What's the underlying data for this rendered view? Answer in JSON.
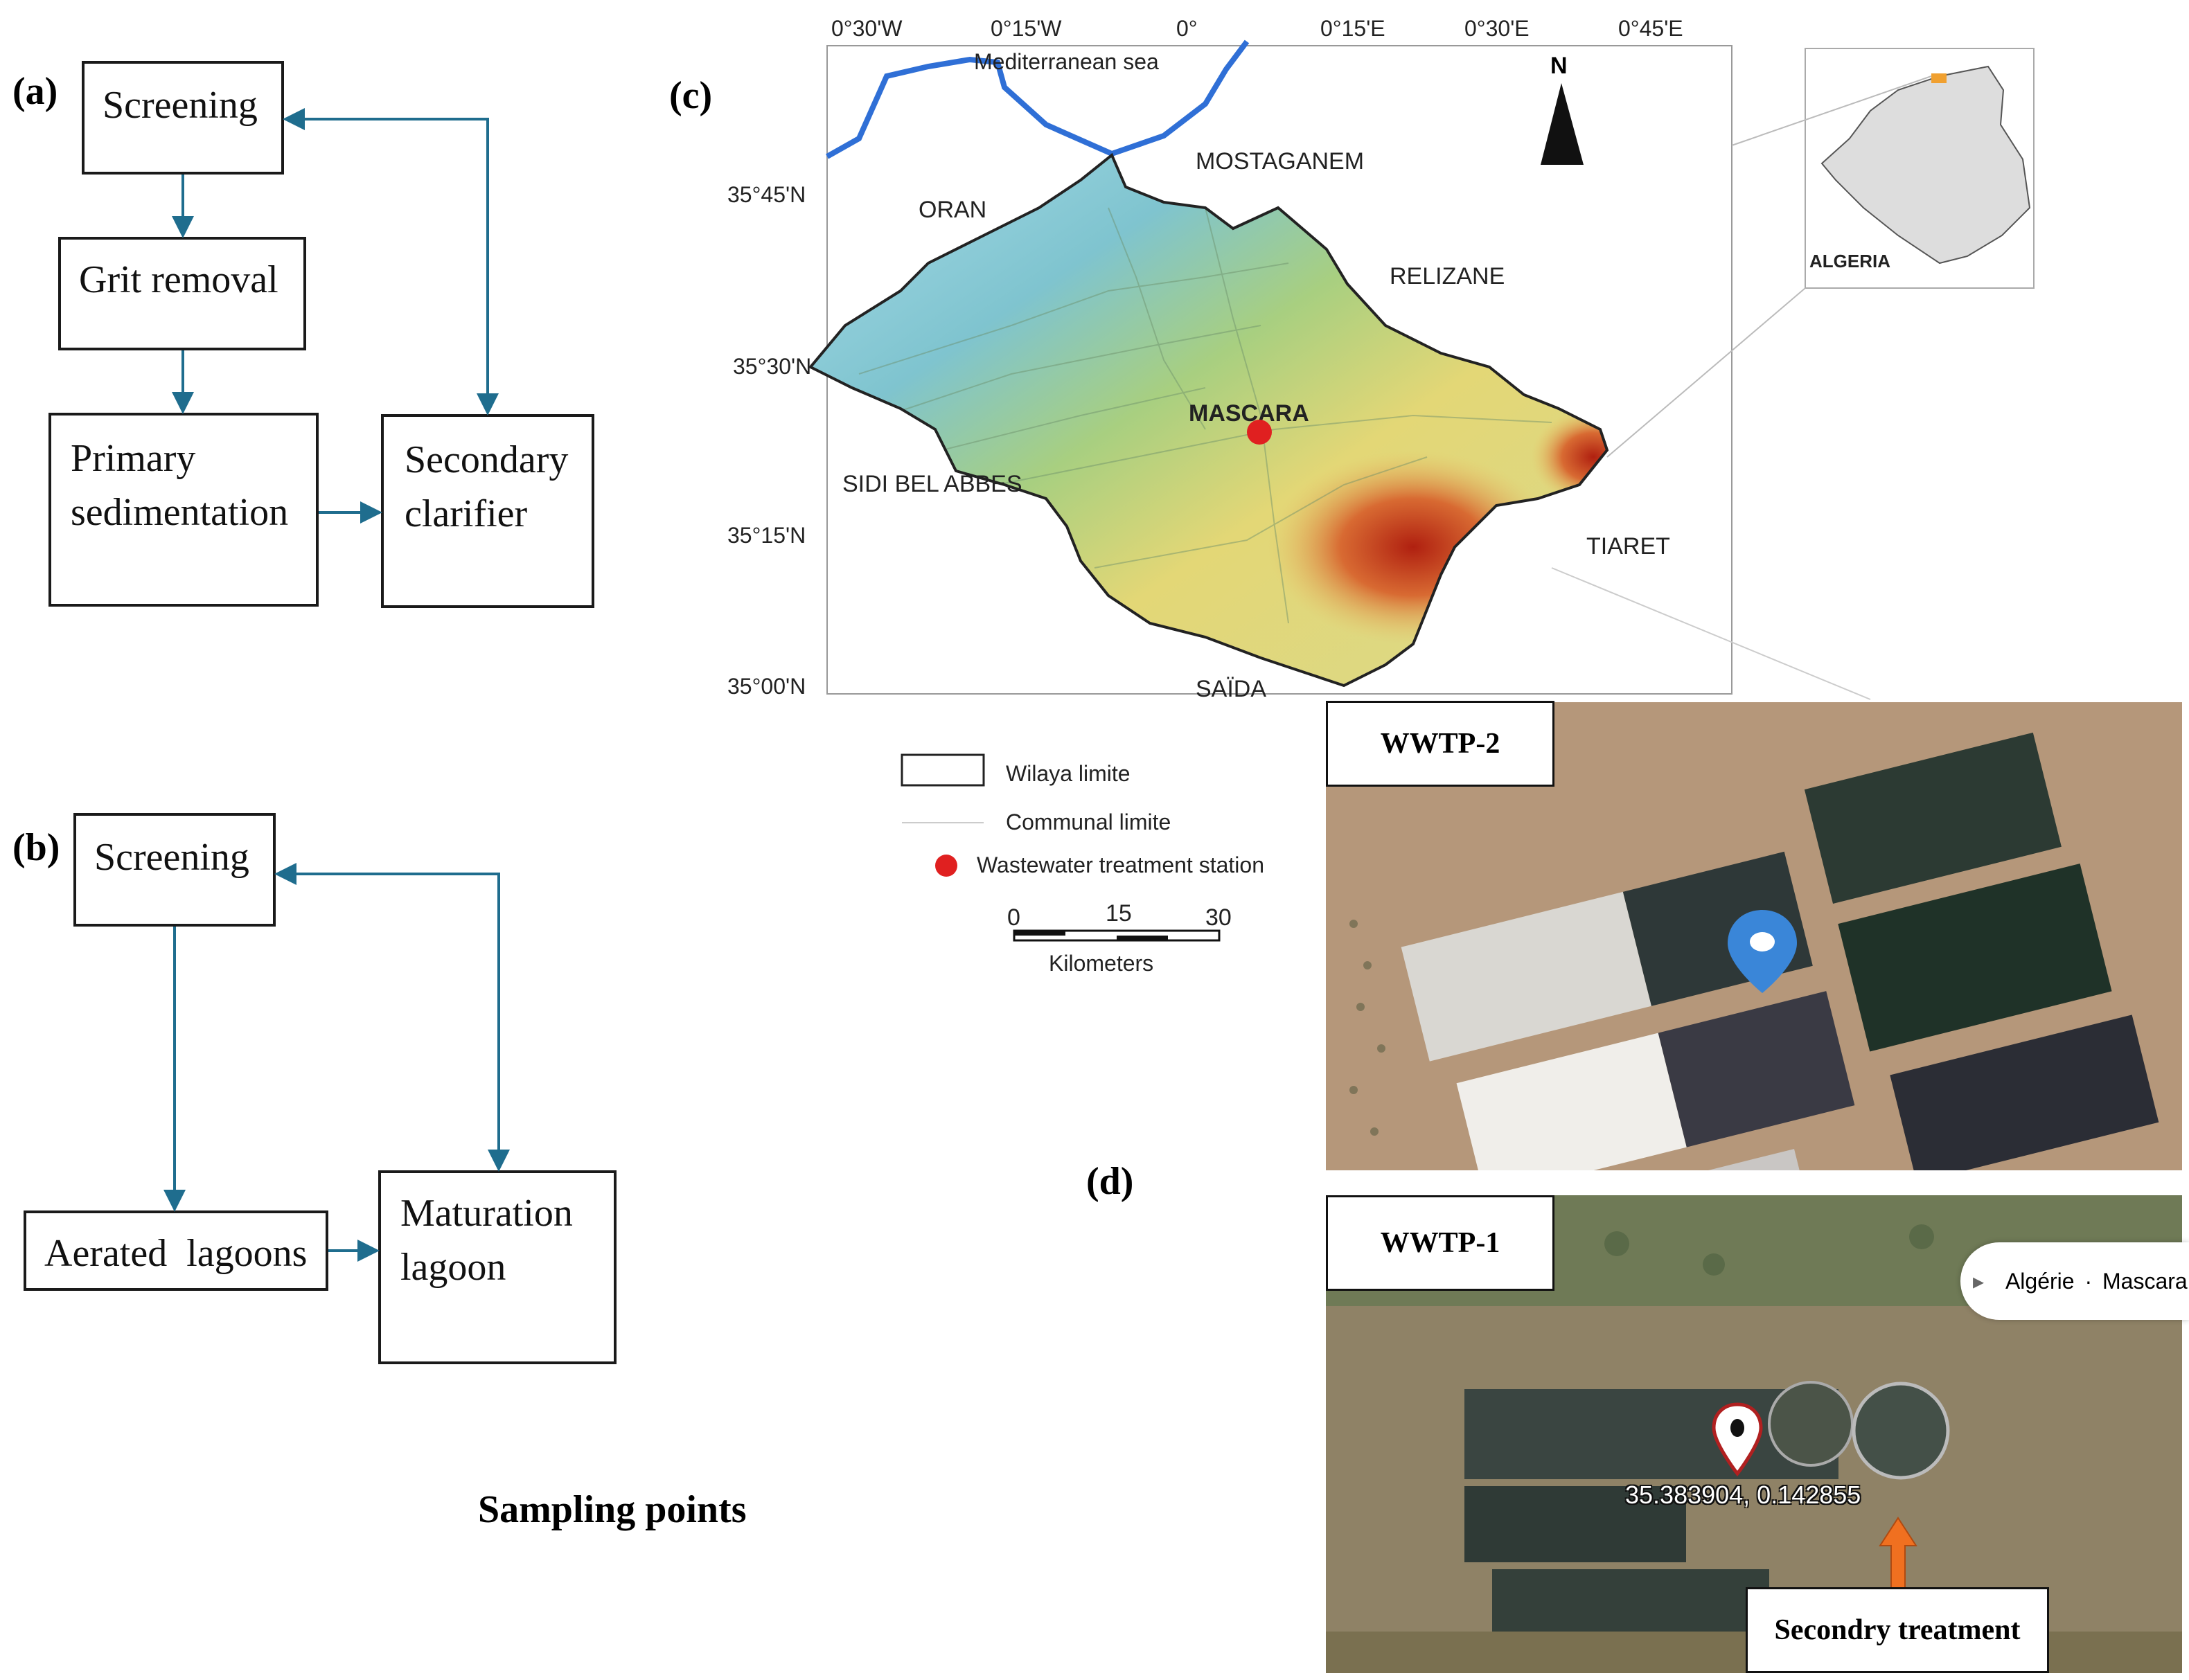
{
  "panels": {
    "a": "(a)",
    "b": "(b)",
    "c": "(c)",
    "d": "(d)"
  },
  "flow_a": {
    "screening": "Screening",
    "grit": "Grit removal",
    "primary_l1": "Primary",
    "primary_l2": "sedimentation",
    "secondary_l1": "Secondary",
    "secondary_l2": "clarifier"
  },
  "flow_b": {
    "screening": "Screening",
    "aerated": "Aerated  lagoons",
    "maturation_l1": "Maturation",
    "maturation_l2": "lagoon"
  },
  "sampling_points": "Sampling points",
  "map": {
    "lon_ticks": [
      "0°30'W",
      "0°15'W",
      "0°",
      "0°15'E",
      "0°30'E",
      "0°45'E"
    ],
    "lat_ticks": [
      "35°45'N",
      "35°30'N",
      "35°15'N",
      "35°00'N"
    ],
    "sea": "Mediterranean sea",
    "north": "N",
    "places": {
      "mostaganem": "MOSTAGANEM",
      "oran": "ORAN",
      "relizane": "RELIZANE",
      "mascara": "MASCARA",
      "sidi": "SIDI BEL ABBES",
      "tiaret": "TIARET",
      "saida": "SAÏDA"
    },
    "inset_label": "ALGERIA",
    "legend": {
      "wilaya": "Wilaya limite",
      "communal": "Communal limite",
      "station": "Wastewater treatment station"
    },
    "scale": {
      "t0": "0",
      "t15": "15",
      "t30": "30",
      "unit": "Kilometers"
    },
    "colors": {
      "sea_line": "#2f6fd6",
      "station": "#e02020"
    }
  },
  "satellite": {
    "wwtp2": "WWTP-2",
    "wwtp1": "WWTP-1",
    "breadcrumb_1": "Algérie",
    "breadcrumb_sep": "·",
    "breadcrumb_2": "Mascara",
    "coords": "35.383904, 0.142855",
    "secondary_label": "Secondry treatment"
  }
}
